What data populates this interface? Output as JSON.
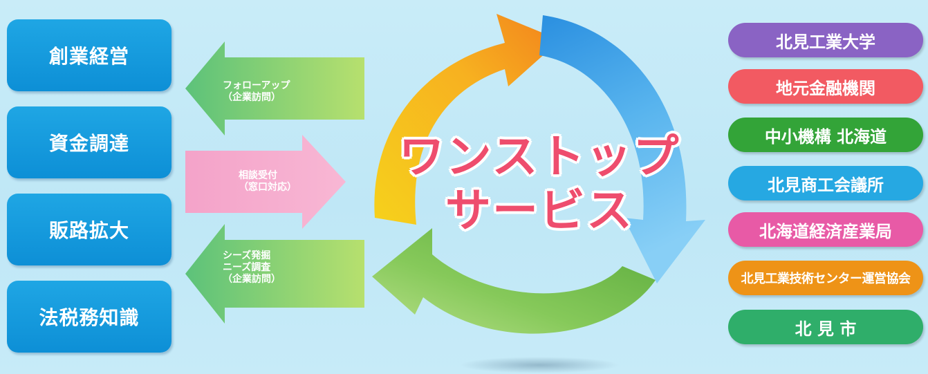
{
  "left_boxes": [
    "創業経営",
    "資金調達",
    "販路拡大",
    "法税務知識"
  ],
  "arrows": {
    "top": "フォローアップ\n（企業訪問）",
    "middle": "相談受付\n（窓口対応）",
    "bottom": "シーズ発掘\nニーズ調査\n（企業訪問）"
  },
  "center": {
    "line1": "ワンストップ",
    "line2": "サービス"
  },
  "right_pills": [
    {
      "label": "北見工業大学",
      "color": "#8a63c4"
    },
    {
      "label": "地元金融機関",
      "color": "#f25a62"
    },
    {
      "label": "中小機構 北海道",
      "color": "#33a438"
    },
    {
      "label": "北見商工会議所",
      "color": "#26a8e2"
    },
    {
      "label": "北海道経済産業局",
      "color": "#e85aa6"
    },
    {
      "label": "北見工業技術センター運営協会",
      "color": "#ee9317"
    },
    {
      "label": "北 見 市",
      "color": "#2fae6a"
    }
  ]
}
